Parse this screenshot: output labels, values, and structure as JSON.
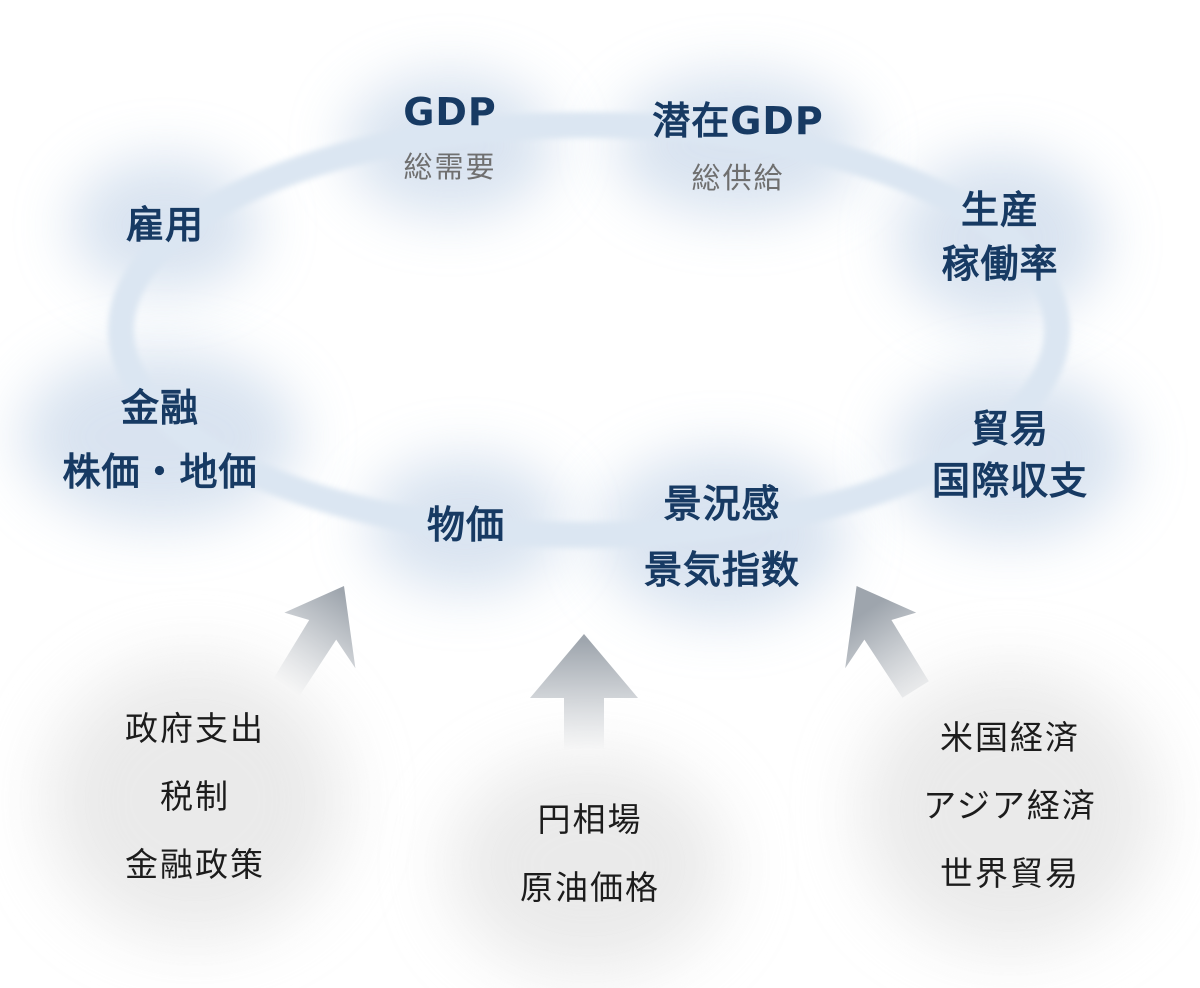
{
  "colors": {
    "primary_text": "#173a63",
    "secondary_text": "#6f6f6f",
    "cause_text": "#1c1c1c",
    "ring": "#dbe6f2",
    "glow": "#c9d8ea",
    "arrow": "#9ea5ad",
    "shadow": "#d7d7d7"
  },
  "cycle": {
    "gdp": {
      "title": "GDP",
      "subtitle": "総需要"
    },
    "potential_gdp": {
      "title": "潜在GDP",
      "subtitle": "総供給"
    },
    "production": {
      "line1": "生産",
      "line2": "稼働率"
    },
    "trade": {
      "line1": "貿易",
      "line2": "国際収支"
    },
    "sentiment": {
      "line1": "景況感",
      "line2": "景気指数"
    },
    "prices": {
      "label": "物価"
    },
    "finance": {
      "line1": "金融",
      "line2": "株価・地価"
    },
    "employment": {
      "label": "雇用"
    }
  },
  "factors": {
    "policy": {
      "line1": "政府支出",
      "line2": "税制",
      "line3": "金融政策"
    },
    "market": {
      "line1": "円相場",
      "line2": "原油価格"
    },
    "global": {
      "line1": "米国経済",
      "line2": "アジア経済",
      "line3": "世界貿易"
    }
  }
}
